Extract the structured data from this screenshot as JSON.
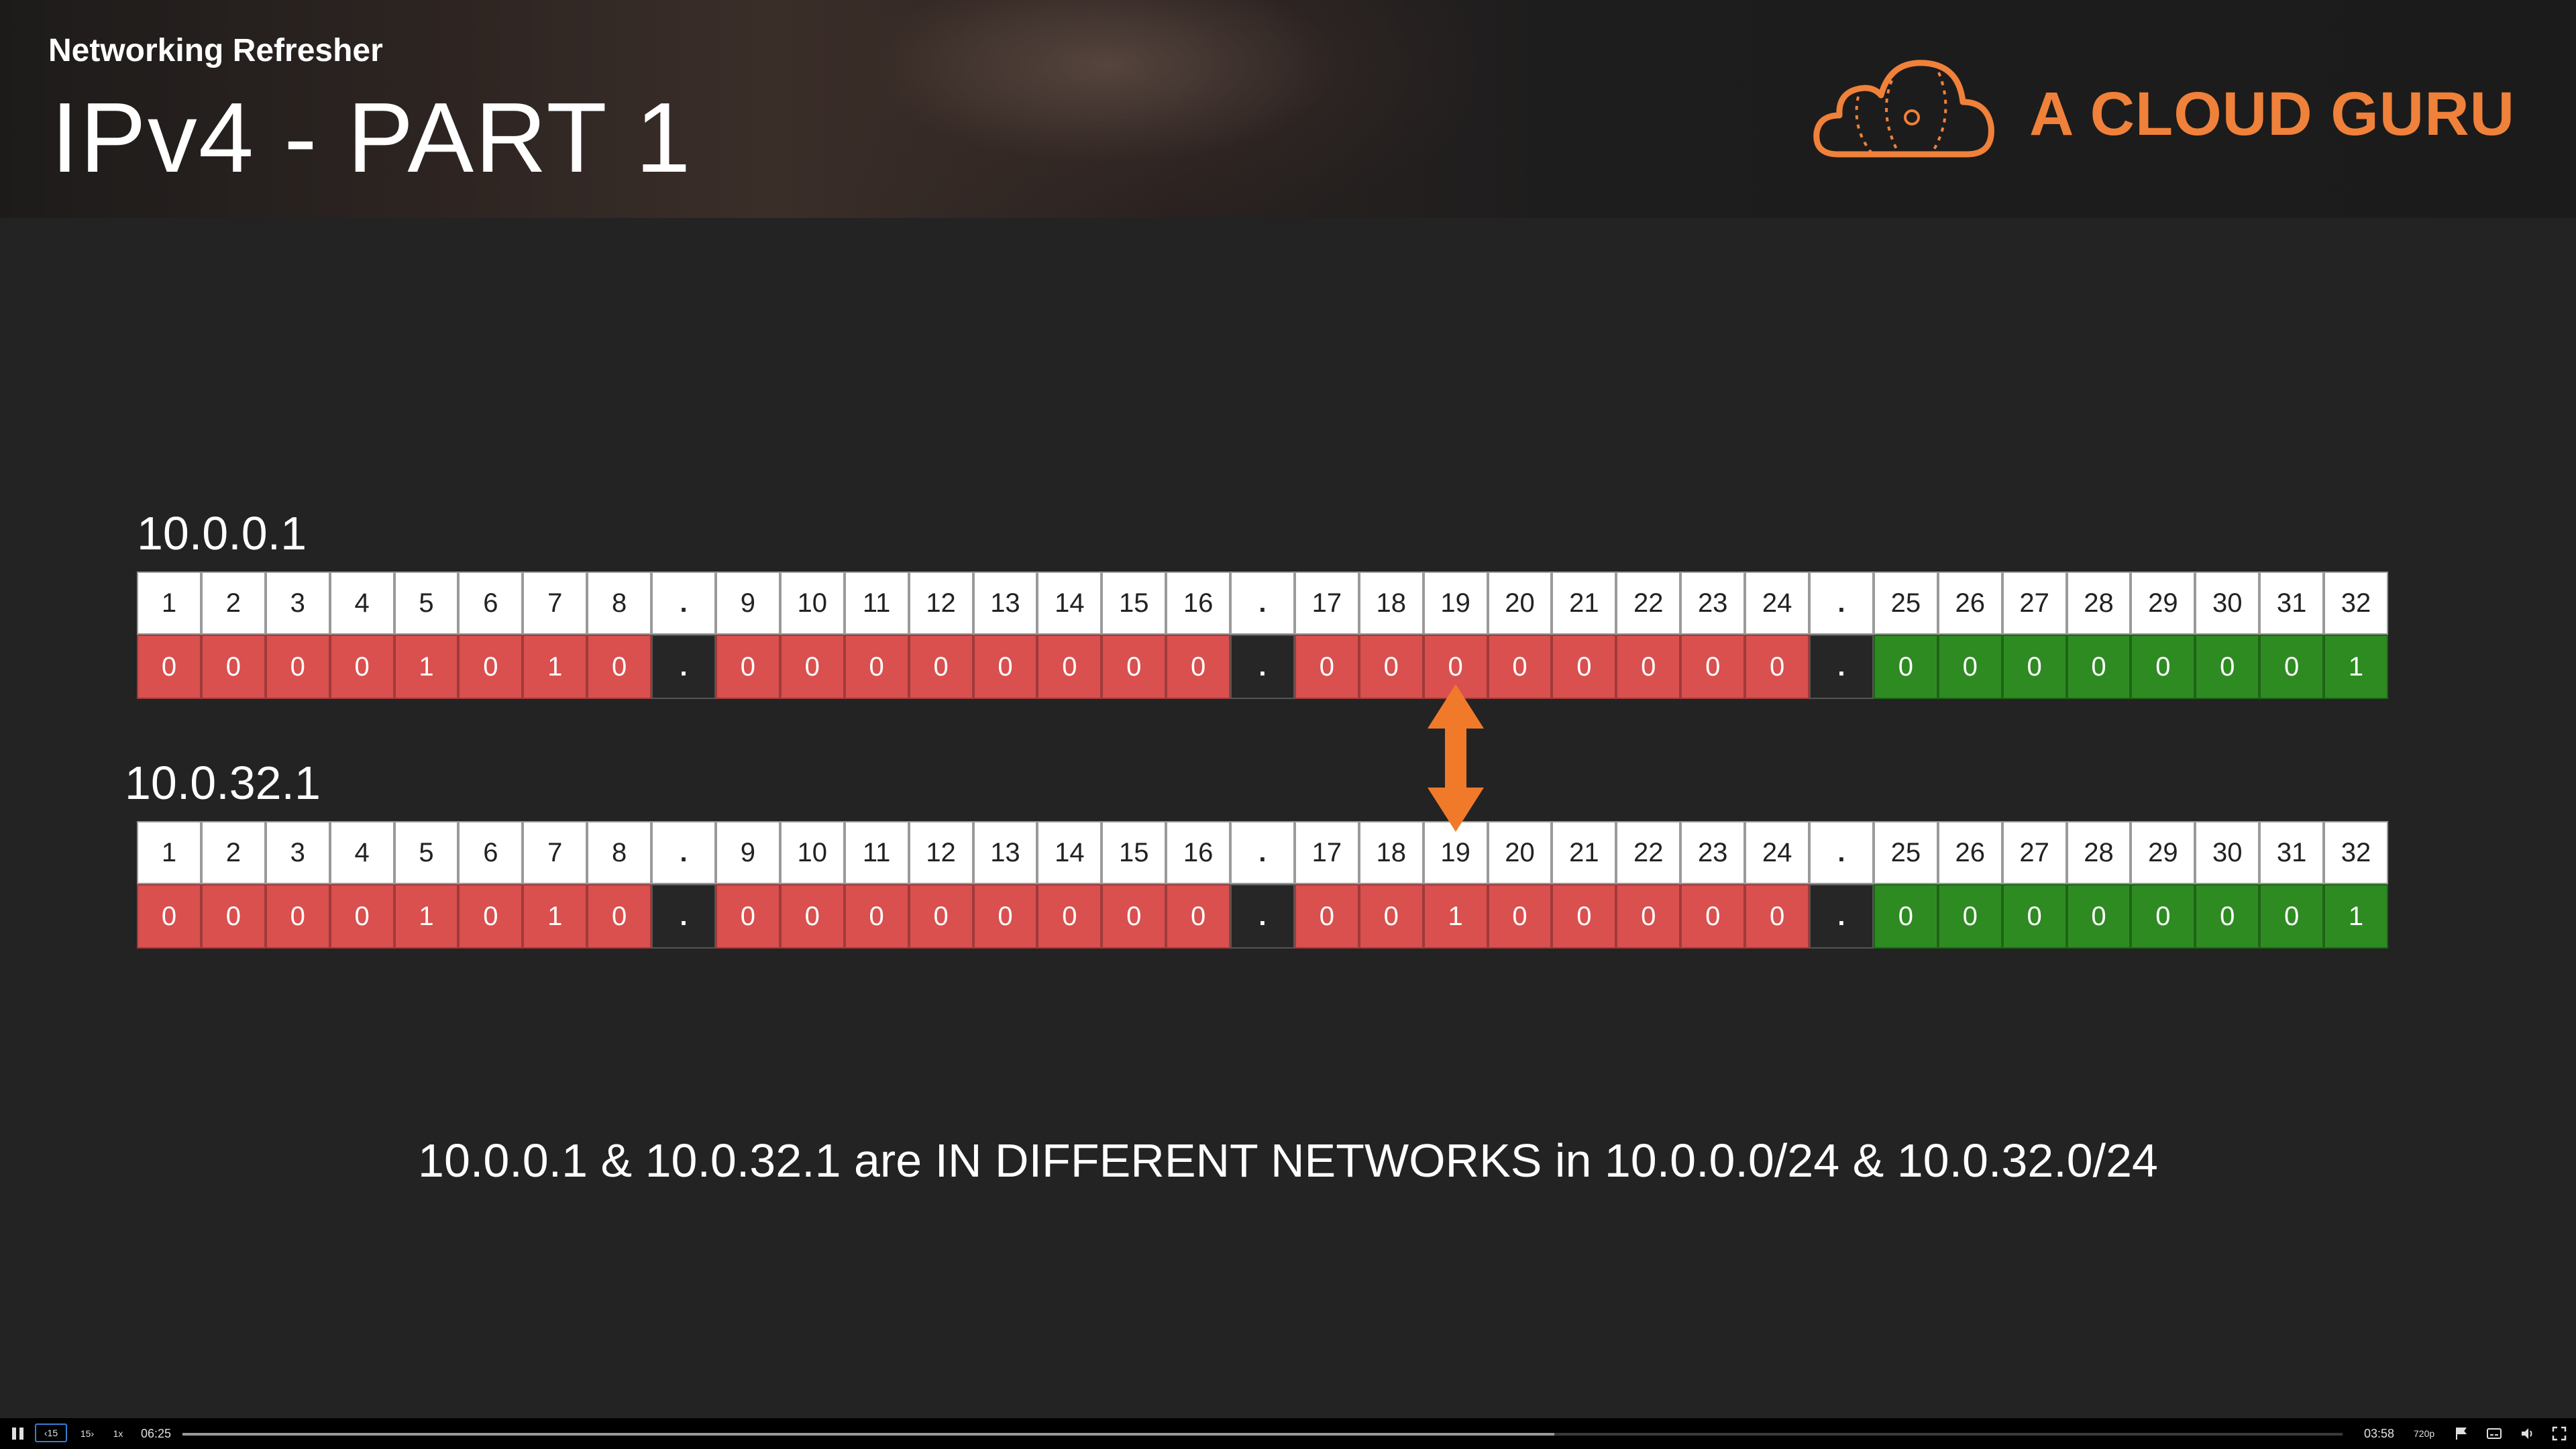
{
  "header": {
    "subtitle": "Networking Refresher",
    "title": "IPv4 - PART 1",
    "logo_text": "A CLOUD GURU",
    "brand_color": "#f0813a"
  },
  "ip1": {
    "label": "10.0.0.1",
    "bits": [
      "0",
      "0",
      "0",
      "0",
      "1",
      "0",
      "1",
      "0",
      "0",
      "0",
      "0",
      "0",
      "0",
      "0",
      "0",
      "0",
      "0",
      "0",
      "0",
      "0",
      "0",
      "0",
      "0",
      "0",
      "0",
      "0",
      "0",
      "0",
      "0",
      "0",
      "0",
      "1"
    ]
  },
  "ip2": {
    "label": "10.0.32.1",
    "bits": [
      "0",
      "0",
      "0",
      "0",
      "1",
      "0",
      "1",
      "0",
      "0",
      "0",
      "0",
      "0",
      "0",
      "0",
      "0",
      "0",
      "0",
      "0",
      "1",
      "0",
      "0",
      "0",
      "0",
      "0",
      "0",
      "0",
      "0",
      "0",
      "0",
      "0",
      "0",
      "1"
    ]
  },
  "bit_positions": [
    "1",
    "2",
    "3",
    "4",
    "5",
    "6",
    "7",
    "8",
    "9",
    "10",
    "11",
    "12",
    "13",
    "14",
    "15",
    "16",
    "17",
    "18",
    "19",
    "20",
    "21",
    "22",
    "23",
    "24",
    "25",
    "26",
    "27",
    "28",
    "29",
    "30",
    "31",
    "32"
  ],
  "separator": ".",
  "network_bits": 24,
  "colors": {
    "network": "#d9504f",
    "host": "#2e8b22",
    "arrow": "#f07a2a"
  },
  "arrow_bit": 19,
  "caption": "10.0.0.1 & 10.0.32.1 are IN DIFFERENT NETWORKS in 10.0.0.0/24  & 10.0.32.0/24",
  "player": {
    "back_label": "‹15",
    "forward_label": "15›",
    "speed": "1x",
    "time_current": "06:25",
    "time_remaining": "03:58",
    "quality": "720p",
    "progress": 0.635
  }
}
